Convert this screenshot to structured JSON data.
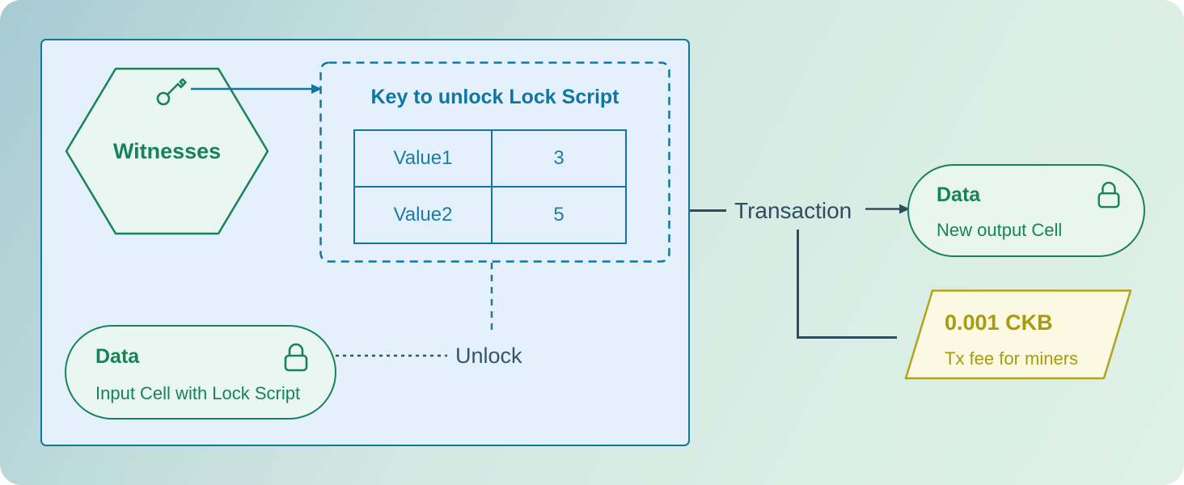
{
  "diagram": {
    "witnesses_label": "Witnesses",
    "key_box": {
      "title": "Key to unlock Lock Script",
      "rows": [
        {
          "name": "Value1",
          "value": "3"
        },
        {
          "name": "Value2",
          "value": "5"
        }
      ]
    },
    "unlock_label": "Unlock",
    "input_cell": {
      "title": "Data",
      "subtitle": "Input Cell with Lock Script"
    },
    "transaction_label": "Transaction",
    "output_cell": {
      "title": "Data",
      "subtitle": "New output Cell"
    },
    "fee": {
      "amount": "0.001 CKB",
      "subtitle": "Tx fee for miners"
    }
  },
  "colors": {
    "teal_accent": "#1076a3",
    "green_accent": "#17835a",
    "slate_accent": "#2e4d63",
    "olive_border": "#b0a51b",
    "olive_text": "#a89b10",
    "inputs_box_fill": "#e4f1fc",
    "cell_fill": "#eaf6f1",
    "fee_fill": "#fbf9e2"
  }
}
